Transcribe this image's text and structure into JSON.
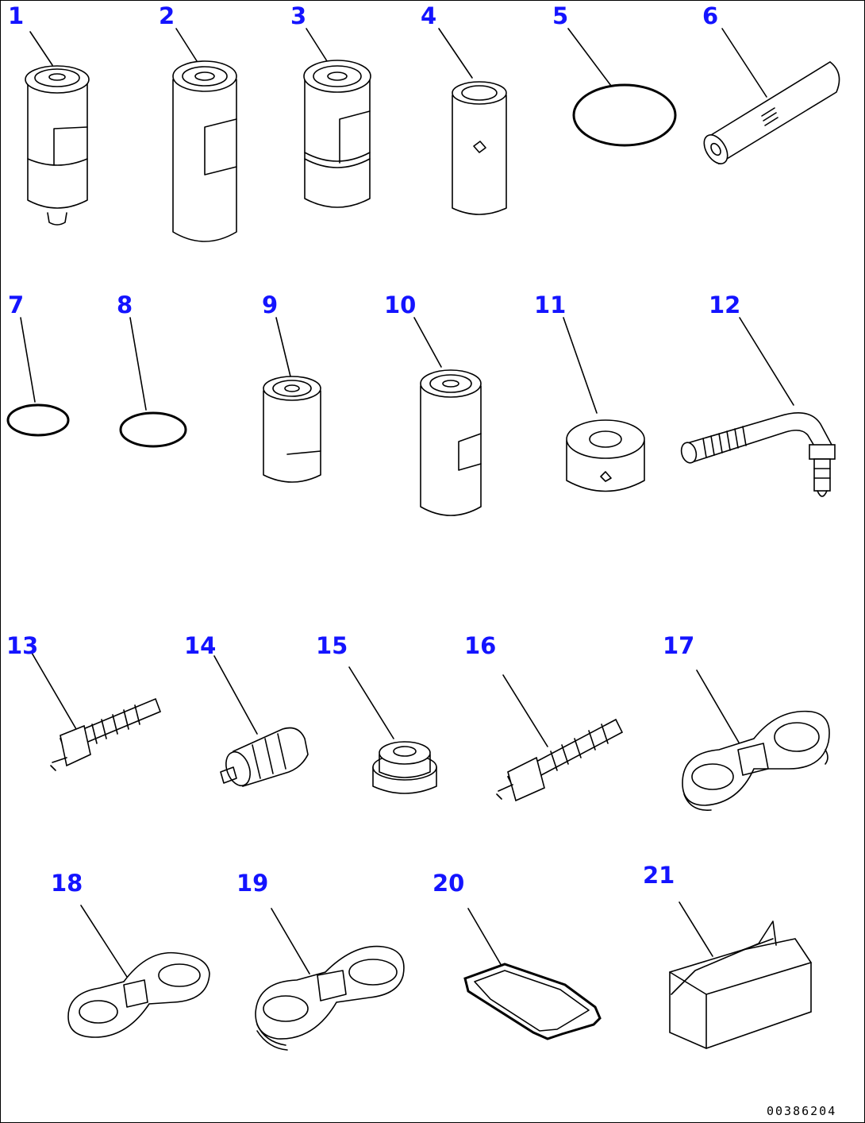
{
  "parts": [
    {
      "number": "1",
      "name": "filter-cartridge"
    },
    {
      "number": "2",
      "name": "tall-filter-cartridge"
    },
    {
      "number": "3",
      "name": "banded-filter-cartridge"
    },
    {
      "number": "4",
      "name": "filter-element"
    },
    {
      "number": "5",
      "name": "o-ring"
    },
    {
      "number": "6",
      "name": "cylindrical-element"
    },
    {
      "number": "7",
      "name": "o-ring"
    },
    {
      "number": "8",
      "name": "o-ring"
    },
    {
      "number": "9",
      "name": "filter-cartridge"
    },
    {
      "number": "10",
      "name": "filter-cartridge"
    },
    {
      "number": "11",
      "name": "ring-element"
    },
    {
      "number": "12",
      "name": "hose-elbow"
    },
    {
      "number": "13",
      "name": "sensor"
    },
    {
      "number": "14",
      "name": "sensor"
    },
    {
      "number": "15",
      "name": "grommet"
    },
    {
      "number": "16",
      "name": "sensor"
    },
    {
      "number": "17",
      "name": "filter-wrench"
    },
    {
      "number": "18",
      "name": "filter-wrench"
    },
    {
      "number": "19",
      "name": "filter-wrench"
    },
    {
      "number": "20",
      "name": "gasket"
    },
    {
      "number": "21",
      "name": "box"
    }
  ],
  "drawing_code": "00386204"
}
